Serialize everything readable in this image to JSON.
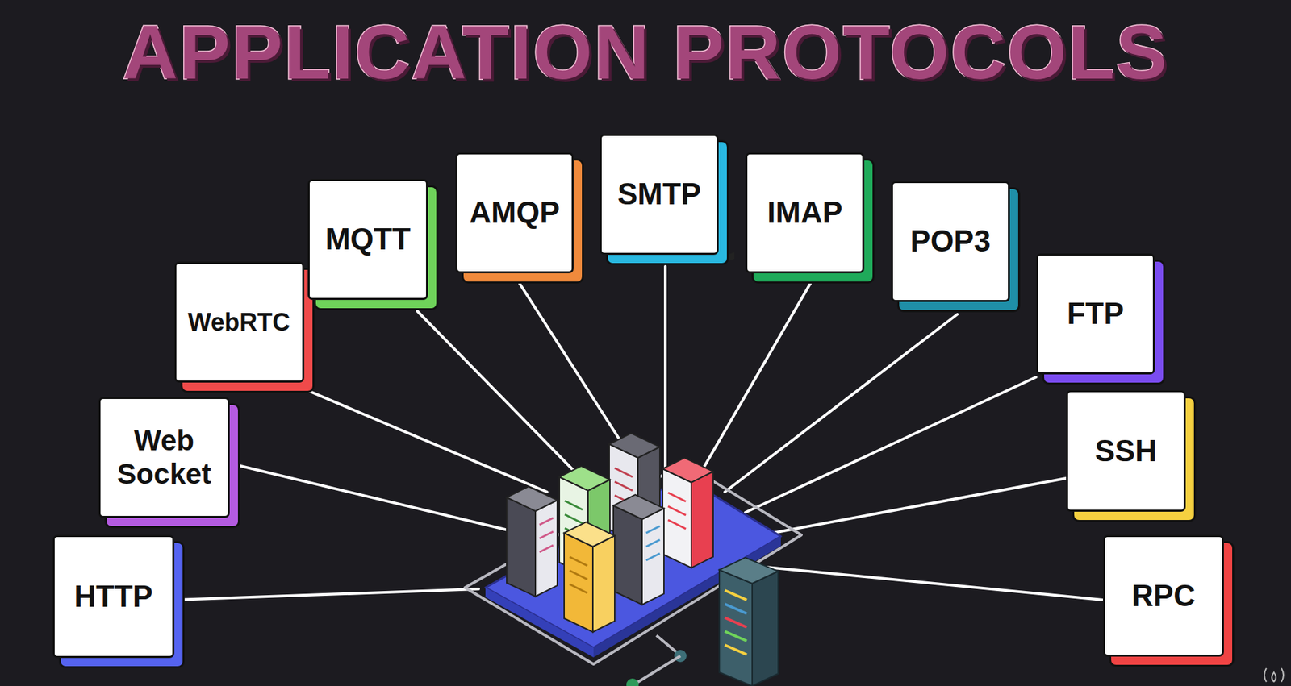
{
  "diagram": {
    "title": "APPLICATION PROTOCOLS",
    "nodes": [
      {
        "text": [
          "HTTP"
        ]
      },
      {
        "text": [
          "Web Socket"
        ]
      },
      {
        "text": [
          "WebRTC"
        ]
      },
      {
        "text": [
          "MQTT"
        ]
      },
      {
        "text": [
          "AMQP"
        ]
      },
      {
        "text": [
          "SMTP"
        ]
      },
      {
        "text": [
          "IMAP"
        ]
      },
      {
        "text": [
          "POP3"
        ]
      },
      {
        "text": [
          "FTP"
        ]
      },
      {
        "text": [
          "SSH"
        ]
      },
      {
        "text": [
          "RPC"
        ]
      }
    ]
  }
}
